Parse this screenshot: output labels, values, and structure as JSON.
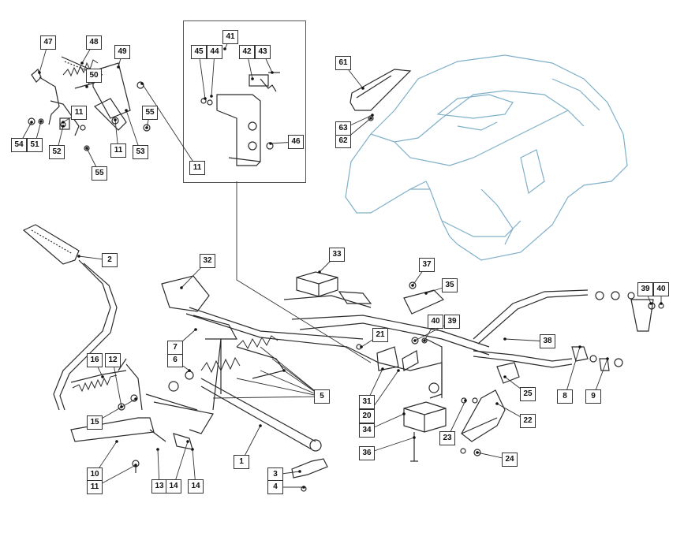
{
  "callouts": [
    "1",
    "2",
    "3",
    "4",
    "5",
    "6",
    "7",
    "8",
    "9",
    "10",
    "11",
    "11",
    "11",
    "11",
    "12",
    "13",
    "14",
    "14",
    "15",
    "16",
    "20",
    "21",
    "22",
    "23",
    "24",
    "25",
    "31",
    "32",
    "33",
    "34",
    "35",
    "36",
    "37",
    "38",
    "39",
    "39",
    "40",
    "40",
    "41",
    "42",
    "43",
    "44",
    "45",
    "46",
    "47",
    "48",
    "49",
    "50",
    "51",
    "52",
    "53",
    "54",
    "55",
    "55",
    "61",
    "62",
    "63"
  ],
  "colors": {
    "line": "#2b2b2b",
    "leader": "#333333",
    "shell": "#7fb0c8"
  }
}
